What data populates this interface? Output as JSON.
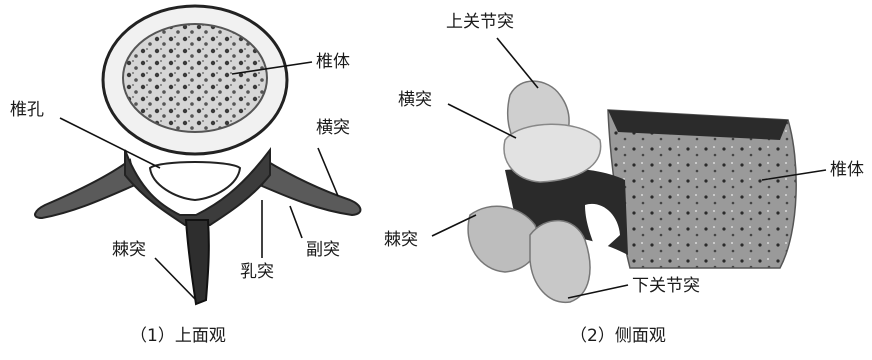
{
  "figures": [
    {
      "caption": "（1）上面观",
      "labels": {
        "vertebral_body": "椎体",
        "vertebral_foramen": "椎孔",
        "transverse_process": "横突",
        "spinous_process": "棘突",
        "mammillary_process": "乳突",
        "accessory_process": "副突"
      }
    },
    {
      "caption": "（2）侧面观",
      "labels": {
        "superior_articular_process": "上关节突",
        "transverse_process": "横突",
        "vertebral_body": "椎体",
        "spinous_process": "棘突",
        "inferior_articular_process": "下关节突"
      }
    }
  ]
}
